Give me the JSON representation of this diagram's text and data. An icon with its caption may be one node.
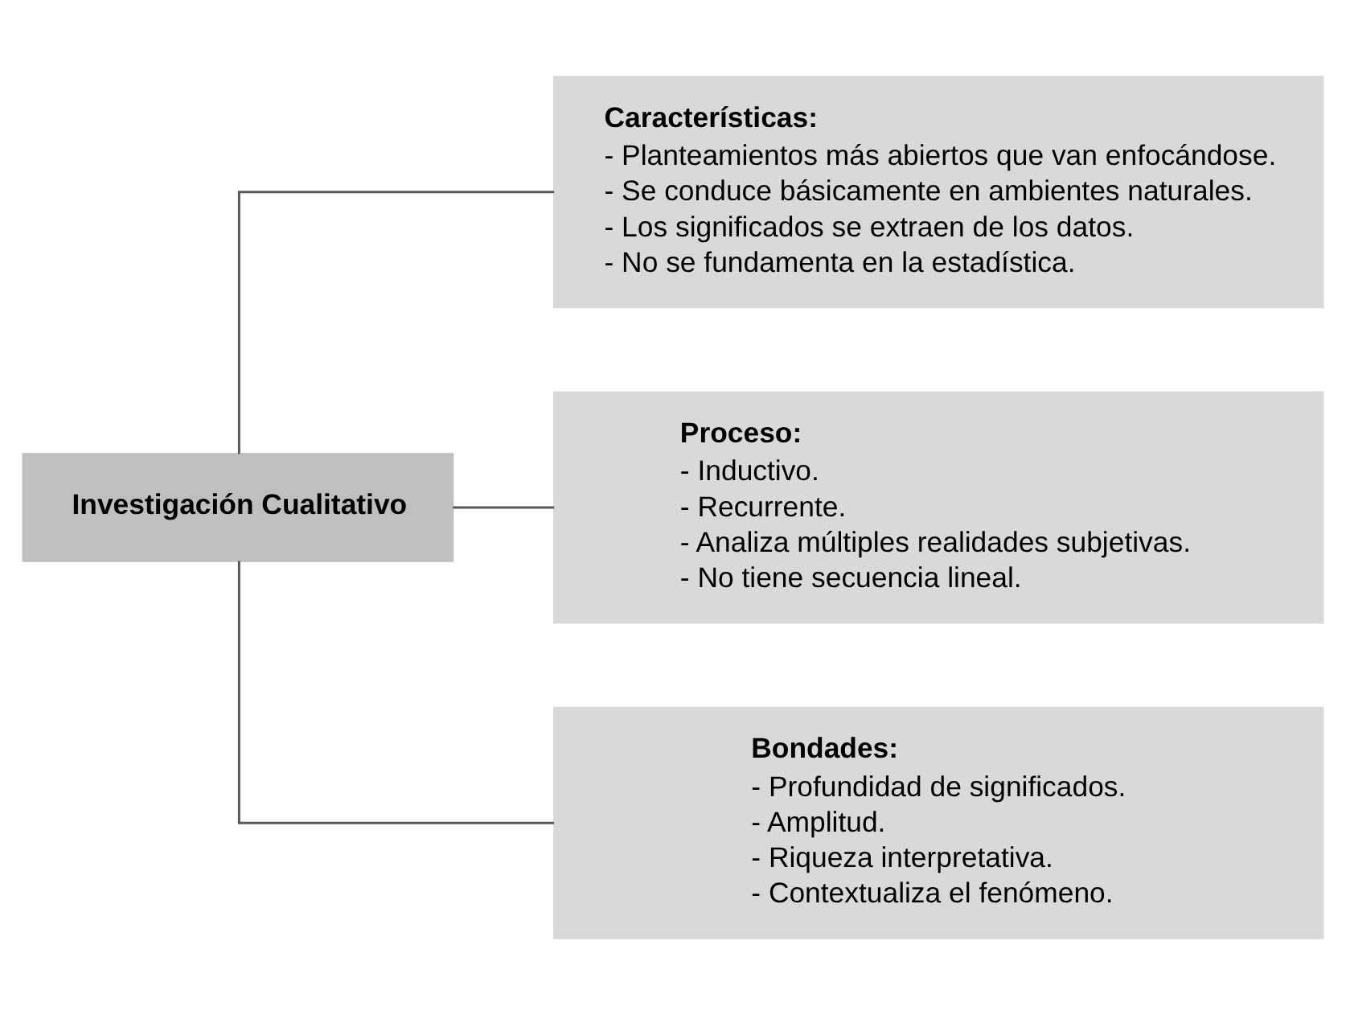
{
  "diagram": {
    "nodes": [
      {
        "text": [
          "Investigación Cualitativo"
        ]
      },
      {
        "text": [
          "Características:",
          "- Planteamientos más abiertos que van enfocándose.",
          "- Se conduce básicamente en ambientes naturales.",
          "- Los significados se extraen de los datos.",
          "- No se fundamenta en la estadística."
        ]
      },
      {
        "text": [
          "Proceso:",
          "- Inductivo.",
          "- Recurrente.",
          "- Analiza múltiples realidades subjetivas.",
          "- No tiene secuencia lineal."
        ]
      },
      {
        "text": [
          "Bondades:",
          "- Profundidad de significados.",
          "- Amplitud.",
          "- Riqueza interpretativa.",
          "- Contextualiza el fenómeno."
        ]
      }
    ],
    "edges": [
      {
        "from": 0,
        "to": 1,
        "arrow": "none"
      },
      {
        "from": 0,
        "to": 2,
        "arrow": "none"
      },
      {
        "from": 0,
        "to": 3,
        "arrow": "none"
      }
    ]
  }
}
